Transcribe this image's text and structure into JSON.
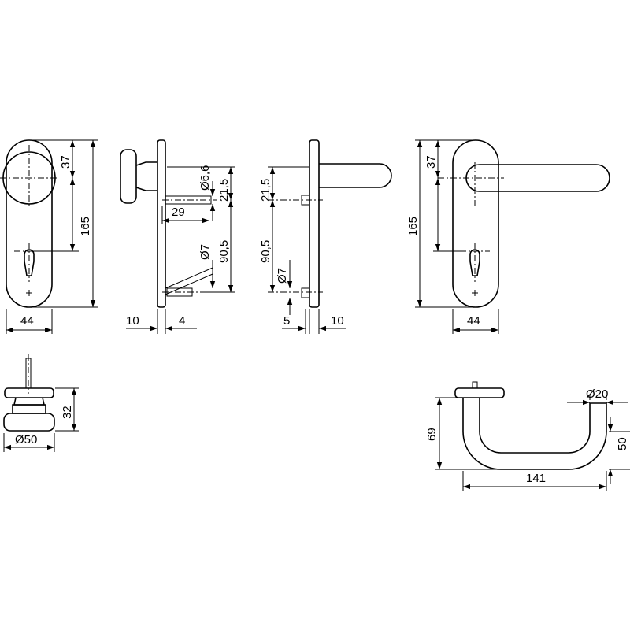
{
  "dimensions": {
    "v1_width": "44",
    "v1_top": "37",
    "v1_height": "165",
    "v2_left": "10",
    "v2_right": "4",
    "v2_dia_top": "Ø6,6",
    "v2_top_offset": "21,5",
    "v2_pin_len": "29",
    "v2_dia_bottom": "Ø7",
    "v2_span": "90,5",
    "v3_top_offset": "21,5",
    "v3_span": "90,5",
    "v3_dia": "Ø7",
    "v3_left": "5",
    "v3_right": "10",
    "v4_top": "37",
    "v4_height": "165",
    "v4_width": "44",
    "knob_height": "32",
    "knob_dia": "Ø50",
    "lever_height": "69",
    "lever_dia": "Ø20",
    "lever_drop": "50",
    "lever_length": "141"
  }
}
